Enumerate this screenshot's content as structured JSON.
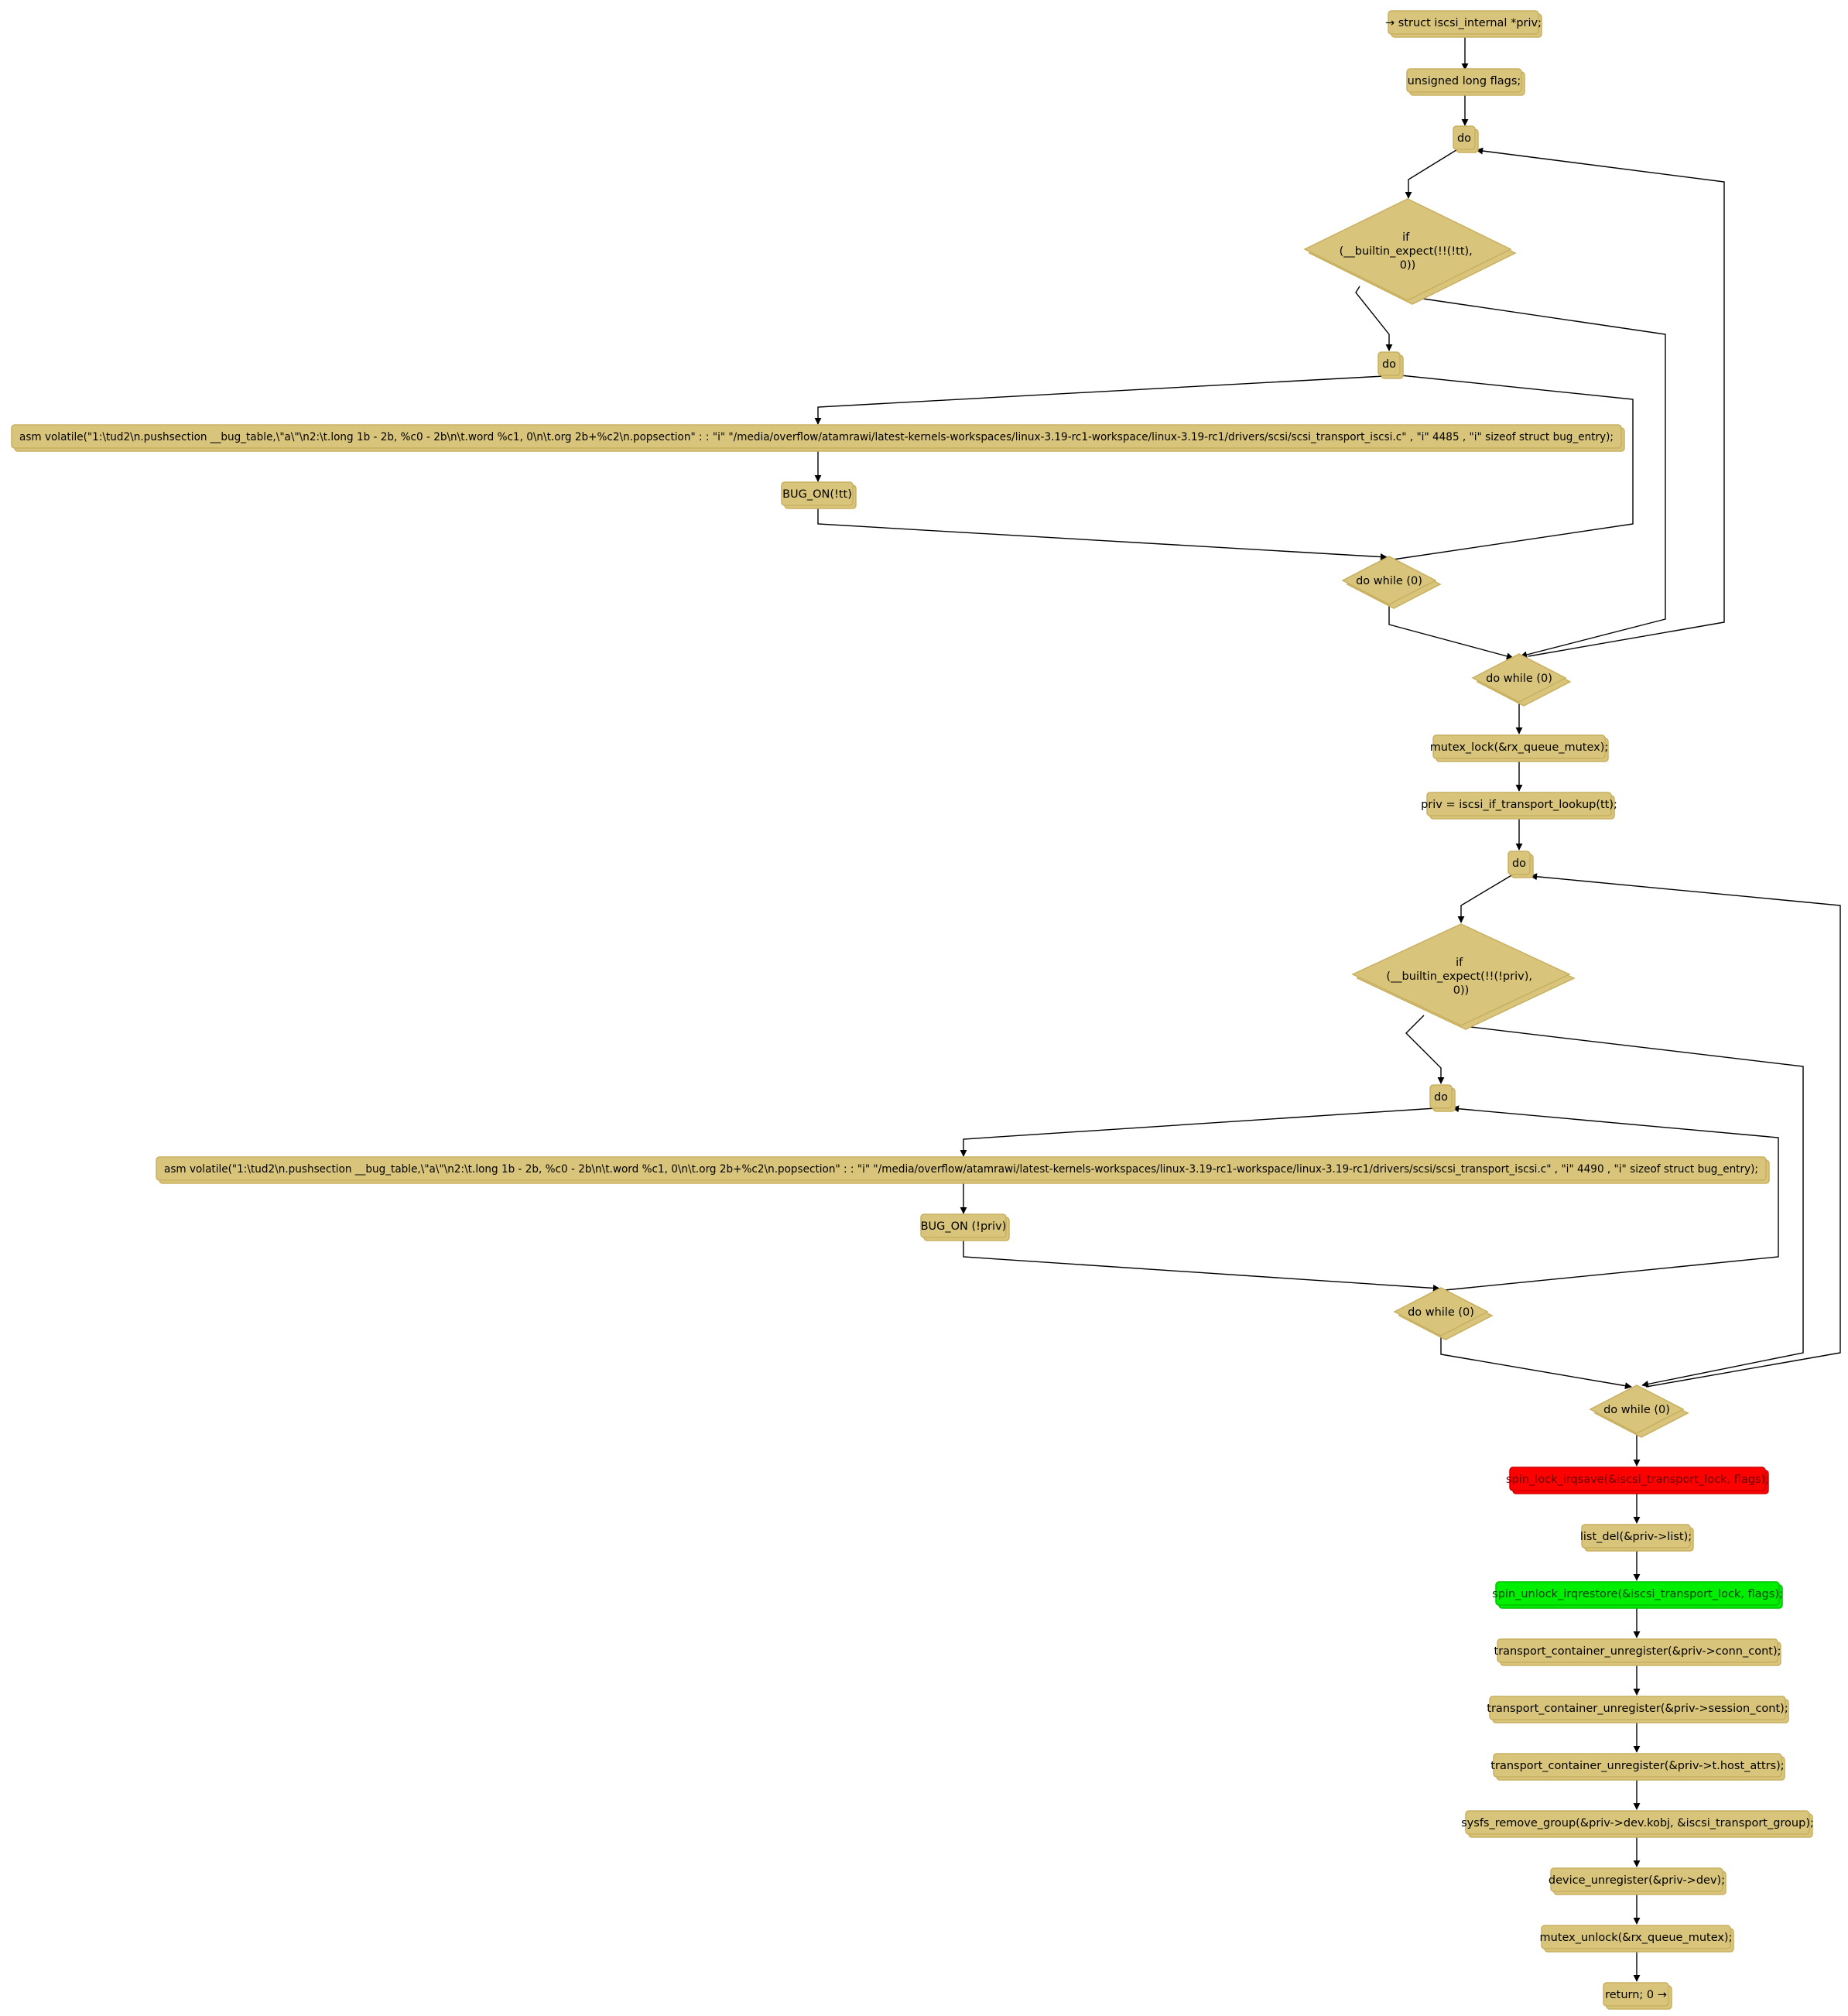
{
  "diagram": {
    "nodes": {
      "n1": "→ struct iscsi_internal *priv;",
      "n2": "unsigned long flags;",
      "n3": "do",
      "n4": [
        "if",
        "(__builtin_expect(!!(!tt),",
        "0))"
      ],
      "n5": "do",
      "n6": "asm volatile(\"1:\\tud2\\n.pushsection __bug_table,\\\"a\\\"\\n2:\\t.long 1b - 2b, %c0 - 2b\\n\\t.word %c1, 0\\n\\t.org 2b+%c2\\n.popsection\" : : \"i\" \"/media/overflow/atamrawi/latest-kernels-workspaces/linux-3.19-rc1-workspace/linux-3.19-rc1/drivers/scsi/scsi_transport_iscsi.c\" , \"i\" 4485 , \"i\" sizeof struct bug_entry);",
      "n7": "BUG_ON(!tt)",
      "n8": "do while (0)",
      "n9": "do while (0)",
      "n10": "mutex_lock(&rx_queue_mutex);",
      "n11": "priv = iscsi_if_transport_lookup(tt);",
      "n12": "do",
      "n13": [
        "if",
        "(__builtin_expect(!!(!priv),",
        "0))"
      ],
      "n14": "do",
      "n15": "asm volatile(\"1:\\tud2\\n.pushsection __bug_table,\\\"a\\\"\\n2:\\t.long 1b - 2b, %c0 - 2b\\n\\t.word %c1, 0\\n\\t.org 2b+%c2\\n.popsection\" : : \"i\" \"/media/overflow/atamrawi/latest-kernels-workspaces/linux-3.19-rc1-workspace/linux-3.19-rc1/drivers/scsi/scsi_transport_iscsi.c\" , \"i\" 4490 , \"i\" sizeof struct bug_entry);",
      "n16": "BUG_ON (!priv)",
      "n17": "do while (0)",
      "n18": "do while (0)",
      "n19": "spin_lock_irqsave(&iscsi_transport_lock, flags);",
      "n20": "list_del(&priv->list);",
      "n21": "spin_unlock_irqrestore(&iscsi_transport_lock, flags);",
      "n22": "transport_container_unregister(&priv->conn_cont);",
      "n23": "transport_container_unregister(&priv->session_cont);",
      "n24": "transport_container_unregister(&priv->t.host_attrs);",
      "n25": "sysfs_remove_group(&priv->dev.kobj, &iscsi_transport_group);",
      "n26": "device_unregister(&priv->dev);",
      "n27": "mutex_unlock(&rx_queue_mutex);",
      "n28": "return; 0 →"
    },
    "colors": {
      "node_fill": "#d8c47a",
      "lock_fill": "#ff0000",
      "unlock_fill": "#00ee00",
      "edge": "#000000"
    }
  }
}
